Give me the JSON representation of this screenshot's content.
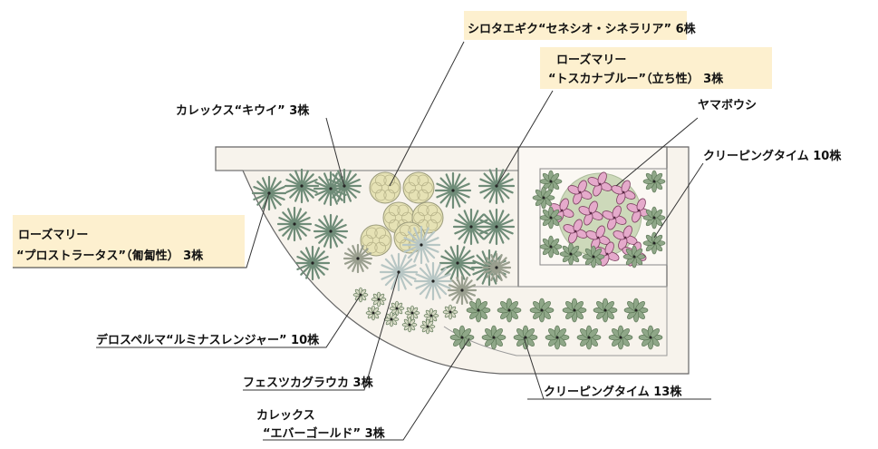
{
  "labels": {
    "shirotae": "シロタエギク“セネシオ・シネラリア” 6株",
    "rosemary_upright_1": "ローズマリー",
    "rosemary_upright_2": "“トスカナブルー”（立ち性） 3株",
    "carex_kiwi": "カレックス“キウイ” 3株",
    "yamaboushi": "ヤマボウシ",
    "creeping_thyme_10": "クリーピングタイム 10株",
    "rosemary_prostrate_1": "ローズマリー",
    "rosemary_prostrate_2": "“プロストラータス”（匍匐性） 3株",
    "delosperma": "デロスペルマ“ルミナスレンジャー” 10株",
    "festuca": "フェスツカグラウカ 3株",
    "carex_ever_1": "カレックス",
    "carex_ever_2": "“エバーゴールド” 3株",
    "creeping_thyme_13": "クリーピングタイム 13株"
  },
  "colors": {
    "highlight": "#fdf0cf",
    "ink": "#333333",
    "bed_fill": "#f7f3ec",
    "grass_green": "#6f8c78",
    "silver_blue": "#b7c6c4",
    "shirotae_yellow": "#e6e2b5",
    "thyme_green": "#8fa788",
    "yamaboushi_pink": "#e5aacb",
    "yamaboushi_leaf": "#a8c08c"
  }
}
